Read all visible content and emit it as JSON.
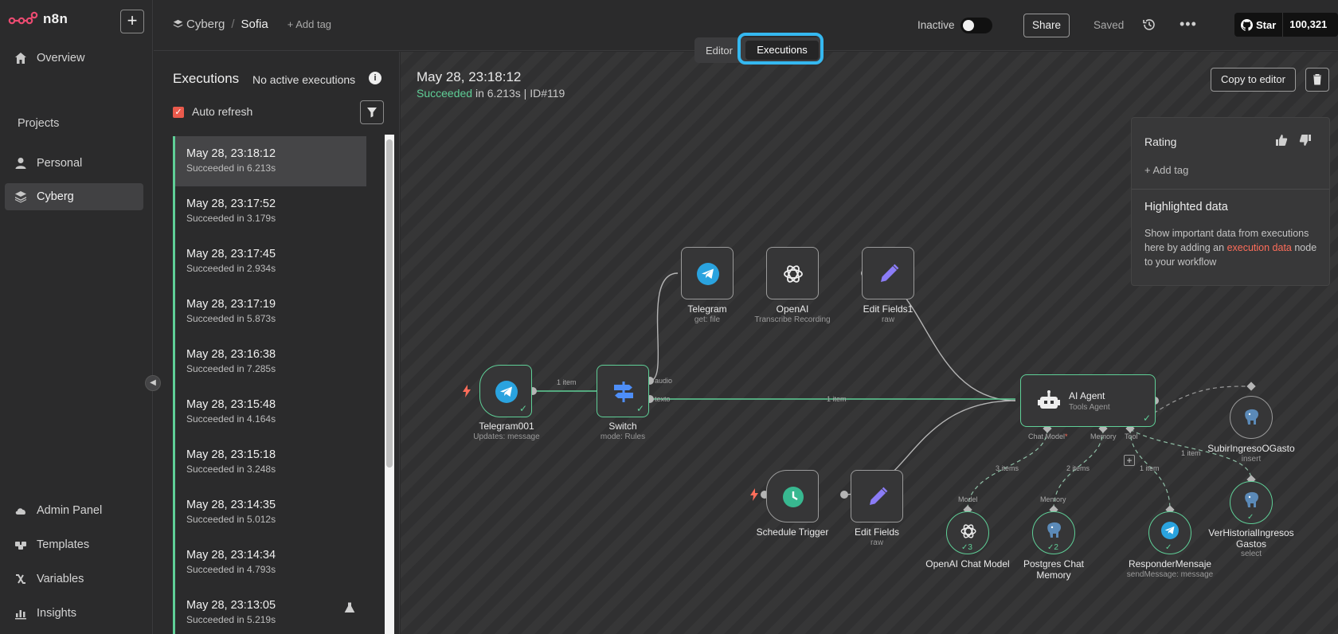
{
  "app": {
    "name": "n8n"
  },
  "sidebar": {
    "items": [
      {
        "label": "Overview"
      },
      {
        "label": "Personal"
      },
      {
        "label": "Cyberg"
      }
    ],
    "projects_label": "Projects",
    "bottom": [
      {
        "label": "Admin Panel"
      },
      {
        "label": "Templates"
      },
      {
        "label": "Variables"
      },
      {
        "label": "Insights"
      }
    ]
  },
  "header": {
    "project": "Cyberg",
    "workflow": "Sofia",
    "add_tag": "+ Add tag",
    "status_label": "Inactive",
    "share": "Share",
    "saved": "Saved",
    "github_star": "Star",
    "github_count": "100,321"
  },
  "mode_switch": {
    "editor": "Editor",
    "executions": "Executions"
  },
  "executions": {
    "title": "Executions",
    "status": "No active executions",
    "auto_refresh": "Auto refresh",
    "items": [
      {
        "time": "May 28, 23:18:12",
        "result": "Succeeded in 6.213s"
      },
      {
        "time": "May 28, 23:17:52",
        "result": "Succeeded in 3.179s"
      },
      {
        "time": "May 28, 23:17:45",
        "result": "Succeeded in 2.934s"
      },
      {
        "time": "May 28, 23:17:19",
        "result": "Succeeded in 5.873s"
      },
      {
        "time": "May 28, 23:16:38",
        "result": "Succeeded in 7.285s"
      },
      {
        "time": "May 28, 23:15:48",
        "result": "Succeeded in 4.164s"
      },
      {
        "time": "May 28, 23:15:18",
        "result": "Succeeded in 3.248s"
      },
      {
        "time": "May 28, 23:14:35",
        "result": "Succeeded in 5.012s"
      },
      {
        "time": "May 28, 23:14:34",
        "result": "Succeeded in 4.793s"
      },
      {
        "time": "May 28, 23:13:05",
        "result": "Succeeded in 5.219s"
      }
    ]
  },
  "run": {
    "date": "May 28, 23:18:12",
    "status": "Succeeded",
    "duration_text": " in 6.213s | ID#119",
    "copy_to_editor": "Copy to editor"
  },
  "card": {
    "rating": "Rating",
    "add_tag": "+ Add tag",
    "highlight_title": "Highlighted data",
    "highlight_body_pre": "Show important data from executions here by adding an ",
    "highlight_link": "execution data",
    "highlight_body_post": " node to your workflow"
  },
  "nodes": {
    "telegram": {
      "name": "Telegram",
      "sub": "get: file"
    },
    "openai": {
      "name": "OpenAI",
      "sub": "Transcribe Recording"
    },
    "editfields1": {
      "name": "Edit Fields1",
      "sub": "raw"
    },
    "telegram001": {
      "name": "Telegram001",
      "sub": "Updates: message"
    },
    "switch": {
      "name": "Switch",
      "sub": "mode: Rules",
      "out_audio": "audio",
      "out_texto": "texto"
    },
    "aiagent": {
      "name": "AI Agent",
      "sub": "Tools Agent",
      "port_chat": "Chat Model",
      "port_memory": "Memory",
      "port_tool": "Tool",
      "required_mark": "*"
    },
    "schedule": {
      "name": "Schedule Trigger"
    },
    "editfields": {
      "name": "Edit Fields",
      "sub": "raw"
    },
    "openai_chat": {
      "name": "OpenAI Chat Model",
      "in": "Model",
      "count": "3"
    },
    "pg_memory": {
      "name": "Postgres Chat",
      "name2": "Memory",
      "in": "Memory",
      "count": "2"
    },
    "responder": {
      "name": "ResponderMensaje",
      "sub": "sendMessage: message"
    },
    "subir": {
      "name": "SubirIngresoOGasto",
      "sub": "insert"
    },
    "ver": {
      "name": "VerHistorialIngresos",
      "name2": "Gastos",
      "sub": "select"
    }
  },
  "edges": {
    "t001_switch": "1 item",
    "texto_agent": "1 item",
    "chat_items": "3 items",
    "memory_items": "2 items",
    "tool_items1": "1 item",
    "tool_items2": "1 item"
  },
  "colors": {
    "success": "#5fcf97",
    "accent": "#ff6d5a",
    "highlight": "#35b8f0"
  }
}
